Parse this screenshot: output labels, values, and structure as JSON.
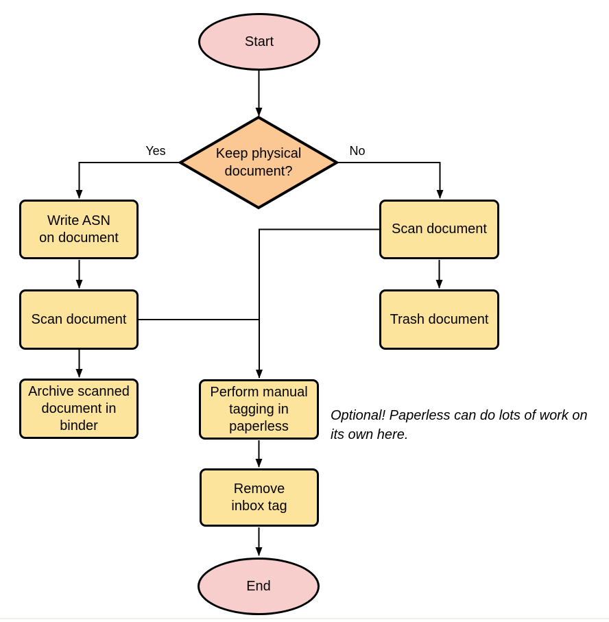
{
  "diagram": {
    "type": "flowchart",
    "nodes": {
      "start": {
        "label": "Start",
        "shape": "terminator"
      },
      "decision": {
        "label": "Keep physical\ndocument?",
        "shape": "diamond"
      },
      "write_asn": {
        "label": "Write ASN\non document",
        "shape": "process"
      },
      "scan_left": {
        "label": "Scan document",
        "shape": "process"
      },
      "archive": {
        "label": "Archive scanned\ndocument in\nbinder",
        "shape": "process"
      },
      "scan_right": {
        "label": "Scan document",
        "shape": "process"
      },
      "trash": {
        "label": "Trash document",
        "shape": "process"
      },
      "perform_tagging": {
        "label": "Perform manual\ntagging in\npaperless",
        "shape": "process"
      },
      "remove_inbox_tag": {
        "label": "Remove\ninbox tag",
        "shape": "process"
      },
      "end": {
        "label": "End",
        "shape": "terminator"
      }
    },
    "edge_labels": {
      "yes": "Yes",
      "no": "No"
    },
    "note": "Optional! Paperless can do lots of work on\nits own here.",
    "colors": {
      "terminator_fill": "#f8cecc",
      "decision_fill": "#fbc792",
      "process_fill": "#fde49c",
      "stroke": "#000000",
      "connector": "#000000",
      "divider": "#f2eeeb"
    }
  }
}
